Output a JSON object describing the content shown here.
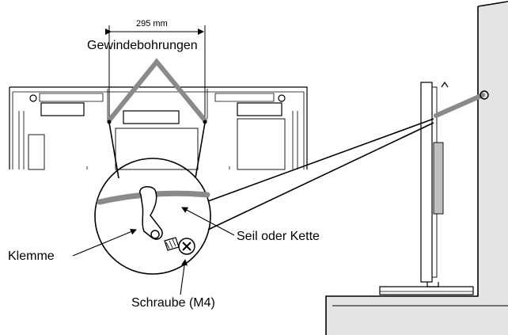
{
  "labels": {
    "distance": "295 mm",
    "threaded_holes": "Gewindebohrungen",
    "rope_or_chain": "Seil oder Kette",
    "clamp": "Klemme",
    "screw": "Schraube (M4)"
  },
  "colors": {
    "line": "#000000",
    "rope": "#8a8a8a",
    "wall_fill": "#e4e4e4",
    "background": "#ffffff"
  }
}
